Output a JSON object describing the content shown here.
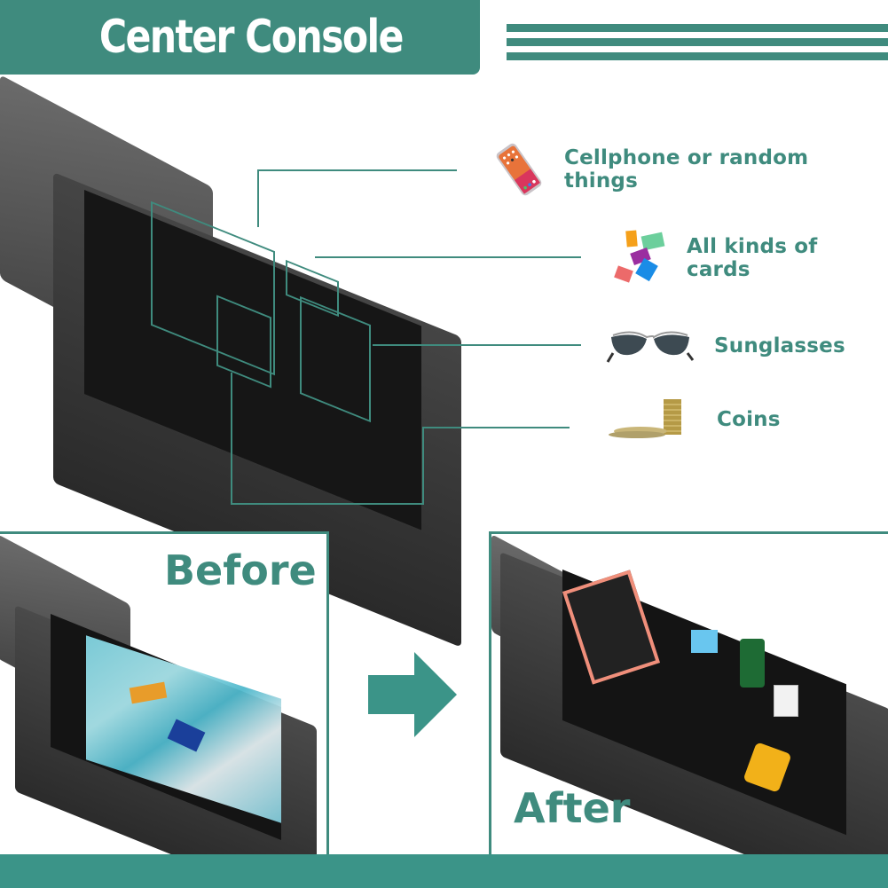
{
  "header": {
    "title": "Center Console",
    "stripe_count": 3
  },
  "features": [
    {
      "label": "Cellphone or random things",
      "icon": "cellphone-icon"
    },
    {
      "label": "All kinds of cards",
      "icon": "cards-icon"
    },
    {
      "label": "Sunglasses",
      "icon": "sunglasses-icon"
    },
    {
      "label": "Coins",
      "icon": "coins-icon"
    }
  ],
  "comparison": {
    "before_label": "Before",
    "after_label": "After",
    "arrow_icon": "right-arrow-icon"
  },
  "colors": {
    "brand_teal": "#3f8b7e",
    "bottom_bar": "#3b9488",
    "console_dark": "#2a2a2a"
  }
}
